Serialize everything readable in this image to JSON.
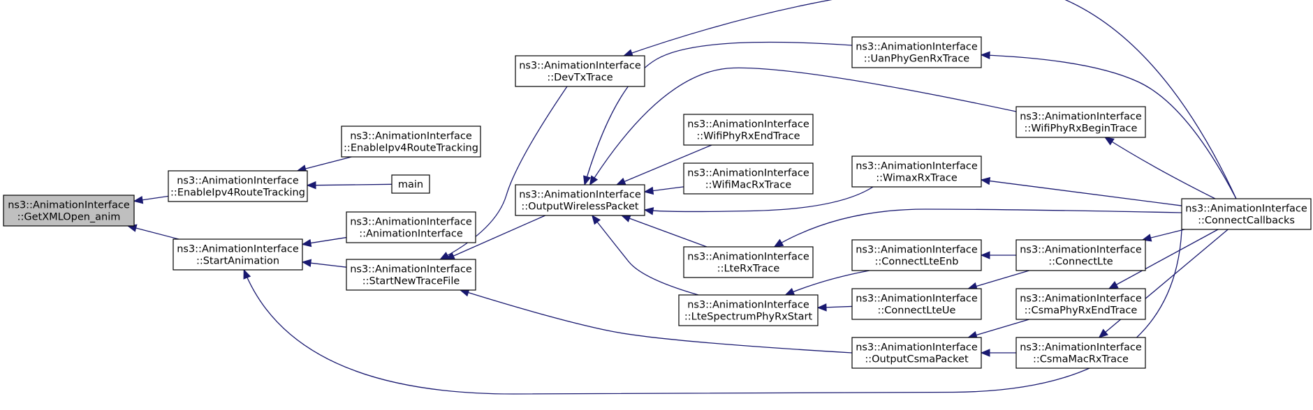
{
  "graph": {
    "title": "",
    "nodes": [
      {
        "id": "getxml",
        "lines": [
          "ns3::AnimationInterface",
          "::GetXMLOpen_anim"
        ],
        "root": true
      },
      {
        "id": "enableIpv4_a",
        "lines": [
          "ns3::AnimationInterface",
          "::EnableIpv4RouteTracking"
        ]
      },
      {
        "id": "enableIpv4_b",
        "lines": [
          "ns3::AnimationInterface",
          "::EnableIpv4RouteTracking"
        ]
      },
      {
        "id": "main",
        "lines": [
          "main"
        ]
      },
      {
        "id": "startAnim",
        "lines": [
          "ns3::AnimationInterface",
          "::StartAnimation"
        ]
      },
      {
        "id": "animIface",
        "lines": [
          "ns3::AnimationInterface",
          "::AnimationInterface"
        ]
      },
      {
        "id": "startTrace",
        "lines": [
          "ns3::AnimationInterface",
          "::StartNewTraceFile"
        ]
      },
      {
        "id": "devTx",
        "lines": [
          "ns3::AnimationInterface",
          "::DevTxTrace"
        ]
      },
      {
        "id": "outWireless",
        "lines": [
          "ns3::AnimationInterface",
          "::OutputWirelessPacket"
        ]
      },
      {
        "id": "uanPhy",
        "lines": [
          "ns3::AnimationInterface",
          "::UanPhyGenRxTrace"
        ]
      },
      {
        "id": "wifiPhyEnd",
        "lines": [
          "ns3::AnimationInterface",
          "::WifiPhyRxEndTrace"
        ]
      },
      {
        "id": "wifiMac",
        "lines": [
          "ns3::AnimationInterface",
          "::WifiMacRxTrace"
        ]
      },
      {
        "id": "wifiPhyBegin",
        "lines": [
          "ns3::AnimationInterface",
          "::WifiPhyRxBeginTrace"
        ]
      },
      {
        "id": "wimax",
        "lines": [
          "ns3::AnimationInterface",
          "::WimaxRxTrace"
        ]
      },
      {
        "id": "lteRx",
        "lines": [
          "ns3::AnimationInterface",
          "::LteRxTrace"
        ]
      },
      {
        "id": "lteSpec",
        "lines": [
          "ns3::AnimationInterface",
          "::LteSpectrumPhyRxStart"
        ]
      },
      {
        "id": "connLteEnb",
        "lines": [
          "ns3::AnimationInterface",
          "::ConnectLteEnb"
        ]
      },
      {
        "id": "connLteUe",
        "lines": [
          "ns3::AnimationInterface",
          "::ConnectLteUe"
        ]
      },
      {
        "id": "connLte",
        "lines": [
          "ns3::AnimationInterface",
          "::ConnectLte"
        ]
      },
      {
        "id": "csmaPhyEnd",
        "lines": [
          "ns3::AnimationInterface",
          "::CsmaPhyRxEndTrace"
        ]
      },
      {
        "id": "outCsma",
        "lines": [
          "ns3::AnimationInterface",
          "::OutputCsmaPacket"
        ]
      },
      {
        "id": "csmaMac",
        "lines": [
          "ns3::AnimationInterface",
          "::CsmaMacRxTrace"
        ]
      },
      {
        "id": "connCb",
        "lines": [
          "ns3::AnimationInterface",
          "::ConnectCallbacks"
        ]
      }
    ],
    "edges": [
      {
        "from": "enableIpv4_a",
        "to": "getxml"
      },
      {
        "from": "startAnim",
        "to": "getxml"
      },
      {
        "from": "enableIpv4_b",
        "to": "enableIpv4_a"
      },
      {
        "from": "main",
        "to": "enableIpv4_a"
      },
      {
        "from": "animIface",
        "to": "startAnim"
      },
      {
        "from": "startTrace",
        "to": "startAnim"
      },
      {
        "from": "connCb",
        "to": "startAnim"
      },
      {
        "from": "devTx",
        "to": "startTrace"
      },
      {
        "from": "outWireless",
        "to": "startTrace"
      },
      {
        "from": "outCsma",
        "to": "startTrace"
      },
      {
        "from": "connCb",
        "to": "devTx"
      },
      {
        "from": "uanPhy",
        "to": "outWireless"
      },
      {
        "from": "wifiPhyEnd",
        "to": "outWireless"
      },
      {
        "from": "wifiMac",
        "to": "outWireless"
      },
      {
        "from": "wifiPhyBegin",
        "to": "outWireless"
      },
      {
        "from": "wimax",
        "to": "outWireless"
      },
      {
        "from": "lteRx",
        "to": "outWireless"
      },
      {
        "from": "lteSpec",
        "to": "outWireless"
      },
      {
        "from": "connCb",
        "to": "uanPhy"
      },
      {
        "from": "connCb",
        "to": "wifiPhyBegin"
      },
      {
        "from": "connCb",
        "to": "wimax"
      },
      {
        "from": "connCb",
        "to": "lteRx"
      },
      {
        "from": "connLteEnb",
        "to": "lteSpec"
      },
      {
        "from": "connLteUe",
        "to": "lteSpec"
      },
      {
        "from": "connLte",
        "to": "connLteEnb"
      },
      {
        "from": "connLte",
        "to": "connLteUe"
      },
      {
        "from": "connCb",
        "to": "connLte"
      },
      {
        "from": "csmaPhyEnd",
        "to": "outCsma"
      },
      {
        "from": "csmaMac",
        "to": "outCsma"
      },
      {
        "from": "connCb",
        "to": "csmaPhyEnd"
      },
      {
        "from": "connCb",
        "to": "csmaMac"
      }
    ]
  }
}
